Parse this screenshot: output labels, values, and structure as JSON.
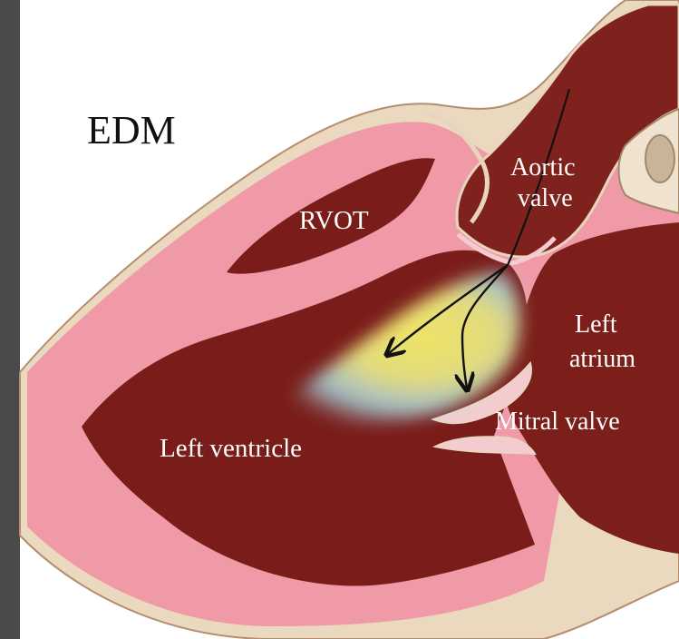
{
  "figure": {
    "title": "EDM",
    "labels": {
      "rvot": "RVOT",
      "aortic_valve_line1": "Aortic",
      "aortic_valve_line2": "valve",
      "left_atrium_line1": "Left",
      "left_atrium_line2": "atrium",
      "mitral_valve": "Mitral valve",
      "left_ventricle": "Left ventricle"
    },
    "colors": {
      "myocardium": "#ef9aa6",
      "chamber": "#7a1d1a",
      "tissue_outline": "#e7d7bd",
      "jet_core": "#f3ec6a",
      "jet_edge": "#a9e3f2",
      "arrow": "#111111",
      "label_text": "#ffffff",
      "title_text": "#111111"
    }
  }
}
